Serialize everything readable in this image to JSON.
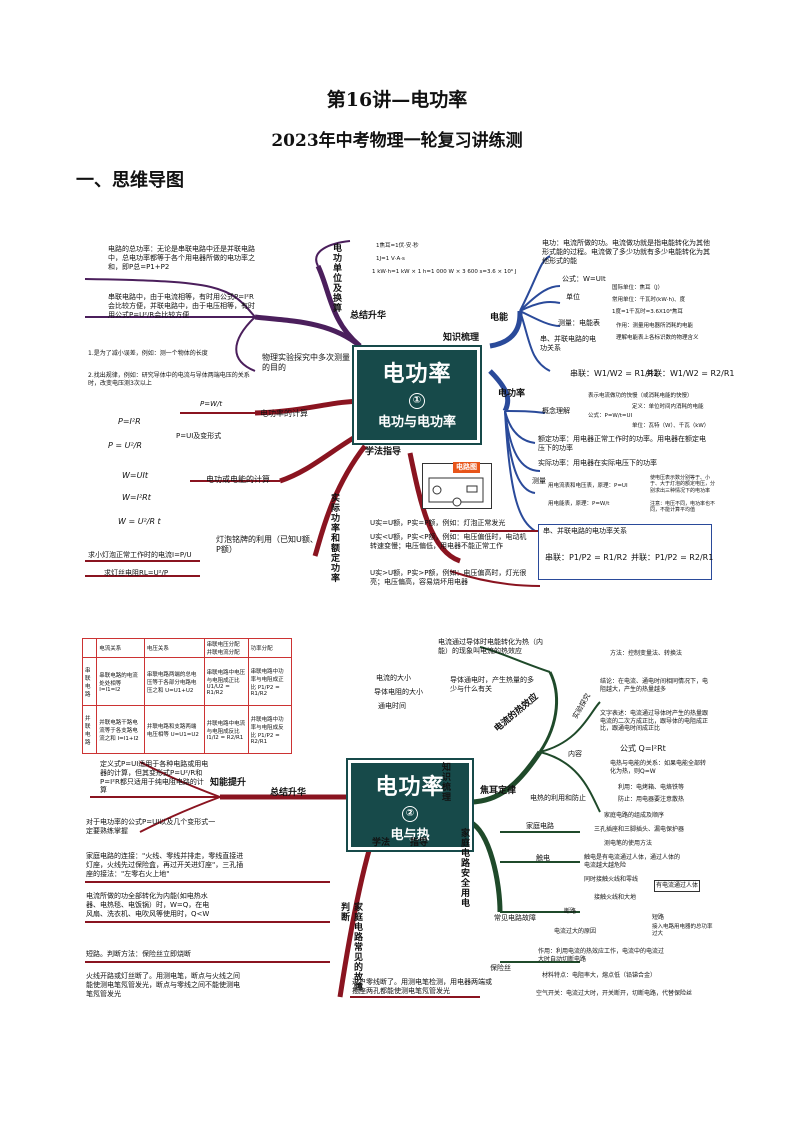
{
  "header": {
    "title": "第16讲—电功率",
    "subtitle": "2023年中考物理一轮复习讲练测",
    "section": "一、思维导图"
  },
  "map1": {
    "center": {
      "title": "电功率",
      "num": "①",
      "sub": "电功与电功率"
    },
    "branches": {
      "summary": "总结升华",
      "knowledge": "知识梳理",
      "study": "学法指导",
      "energy": "电能",
      "power": "电功率",
      "unit": "电功单位及换算",
      "actual": "实际功率和额定功率"
    },
    "left": {
      "sum_total": "电路的总功率：无论是串联电路中还是并联电路中，总电功率都等于各个用电器所做的电功率之和，即P总=P1+P2",
      "series_note": "串联电路中，由于电流相等，有时用公式P=I²R会比较方便，并联电路中，由于电压相等，有时用公式P=U²/R会比较方便",
      "exp_title": "物理实验探究中多次测量的目的",
      "exp1": "1.是为了减小误差，例如：测一个物体的长度",
      "exp2": "2.找出规律，例如：研究导体中的电流与导体两端电压的关系时，改变电压测3次以上",
      "calc": "电功率的计算",
      "f1": "P=I²R",
      "f2": "P = U²/R",
      "f3": "P=UI及变形式",
      "f4": "P=W/t",
      "work": "电功或电能的计算",
      "w1": "W=UIt",
      "w2": "W=I²Rt",
      "w3": "W = U²/R t",
      "bulb": "灯泡铭牌的利用（已知U额、P额）",
      "bulb1": "求小灯泡正常工作时的电流I=P/U",
      "bulb2": "求灯丝电阻RL=U²/P"
    },
    "right": {
      "unit1": "1焦耳=1伏·安·秒",
      "unit2": "1J=1 V·A·s",
      "unit3": "1 kW·h=1 kW × 1 h=1 000 W × 3 600 s=3.6 × 10⁶ J",
      "energy_def": "电功：电流所做的功。电流做功就是指电能转化为其他形式能的过程。电流做了多少功就有多少电能转化为其他形式的能",
      "formula": "公式：W=UIt",
      "unit": "单位",
      "unit_a": "国际单位：焦耳（J）",
      "unit_b": "常用单位：千瓦时(kW·h)、度",
      "unit_c": "1度=1千瓦时=3.6X10⁶焦耳",
      "measure": "测量：电能表",
      "meter1": "作用：测量用电器所消耗的电能",
      "meter2": "理解电能表上各标识数的物理含义",
      "rel": "串、并联电路的电功关系",
      "series_w": "串联：W1/W2 = R1/R2",
      "parallel_w": "并联：W1/W2 = R2/R1",
      "concept": "概念理解",
      "c1": "表示电流做功的快慢（或消耗电能的快慢）",
      "c2": "定义：单位时间内消耗的电能",
      "c3": "公式：P=W/t=UI",
      "c4": "单位：瓦特（W）、千瓦（kW）",
      "rated": "额定功率：用电器正常工作时的功率。用电器在额定电压下的功率",
      "actual": "实际功率：用电器在实际电压下的功率",
      "measure2": "测量",
      "m1": "用电流表和电压表，原理：P=UI",
      "m2": "用电能表，原理：P=W/t",
      "m3": "使电压表示数分别等于、小于、大于灯泡的额定电压，分别求出三种情况下的电功率",
      "m4": "注意：电压不同，电功率也不同，不能计算平均值",
      "circuit": "电路图",
      "sp": "串、并联电路的电功率关系",
      "sp_series": "串联：P1/P2 = R1/R2",
      "sp_parallel": "并联：P1/P2 = R2/R1",
      "a1": "U实=U额，P实=P额，例如：灯泡正常发光",
      "a2": "U实<U额，P实<P额，例如：电压偏低时，电动机转速变慢；电压偏低，用电器不能正常工作",
      "a3": "U实>U额，P实>P额，例如：电压偏高时，灯光很亮；电压偏高，容易烧坏用电器"
    }
  },
  "map2": {
    "center": {
      "title": "电功率",
      "num": "②",
      "sub": "电与热"
    },
    "branches": {
      "summary": "总结升华",
      "ability": "知能提升",
      "knowledge": "知识梳理",
      "study": "学法",
      "guide": "指导",
      "joule": "焦耳定律",
      "heat": "电流的热效应",
      "home": "家庭电路安全用电",
      "fault": "家庭电路常见的故障判断"
    },
    "table": {
      "headers": [
        "",
        "电流关系",
        "电压关系",
        "串联电压分配 并联电流分配",
        "功率分配"
      ],
      "rows": [
        [
          "串联电路",
          "串联电路的电流处处相等 I=I1=I2",
          "串联电路两端的总电压等于各部分电路电压之和 U=U1+U2",
          "串联电路中电压与电阻成正比 U1/U2 = R1/R2",
          "串联电路中功率与电阻成正比 P1/P2 = R1/R2"
        ],
        [
          "并联电路",
          "并联电路干路电流等于各支路电流之和 I=I1+I2",
          "并联电路和支路两端电压相等 U=U1=U2",
          "并联电路中电流与电阻成反比 I1/I2 = R2/R1",
          "并联电路中功率与电阻成反比 P1/P2 = R2/R1"
        ]
      ]
    },
    "left": {
      "def": "定义式P=UI适用于各种电路或用电器的计算，但其变形式P=U²/R和P=I²R都只适用于纯电阻电路的计算",
      "def2": "对于电功率的公式P=UI以及几个变形式一定要熟练掌握",
      "home1": "家庭电路的连接：\"火线、零线并排走，零线直接进灯座，火线先过保险盒，再过开关进灯座\"，三孔插座的接法：\"左零右火上地\"",
      "heat1": "电流所做的功全部转化为内能(如电热水器、电热毯、电饭锅）时，W=Q，在电风扇、洗衣机、电吹风等使用时，Q<W",
      "short": "短路。判断方法：保险丝立即烧断",
      "open": "火线开路或灯丝断了。用测电笔，断点与火线之间能使测电笔氖管发光，断点与零线之间不能使测电笔氖管发光"
    },
    "right": {
      "eff": "电流通过导体时电能转化为热（内能）的现象叫电流的热效应",
      "i": "电流的大小",
      "r": "导体电阻的大小",
      "t": "通电时间",
      "eff2": "导体通电时，产生热量的多少与什么有关",
      "exp": "实验探究",
      "e1": "方法：控制变量法、转换法",
      "e2": "结论：在电流、通电时间相同情况下，电阻越大，产生的热量越多",
      "content": "内容",
      "c1": "文字表述：电流通过导体时产生的热量跟电流的二次方成正比，跟导体的电阻成正比，跟通电时间成正比",
      "c2": "公式 Q=I²Rt",
      "c3": "电热与电能的关系：如果电能全部转化为热，则Q=W",
      "use": "电热的利用和防止",
      "u1": "利用：电烤箱、电烙铁等",
      "u2": "防止：用电器要注意散热",
      "hc": "家庭电路",
      "h1": "家庭电路的组成及顺序",
      "h2": "三孔插座和三脚插头、漏电保护器",
      "h3": "测电笔的使用方法",
      "shock": "触电",
      "s1": "触电是有电流通过人体，通过人体的电流越大越危险",
      "s2": "同时接触火线和零线",
      "s3": "有电流通过人体",
      "s4": "接触火线和大地",
      "fault": "常见电路故障",
      "f1": "断路",
      "f2": "短路",
      "f3": "电流过大的原因",
      "f4": "接入电路用电器的总功率过大",
      "fuse": "保险丝",
      "fu1": "作用：利用电流的热效应工作，电流中的电流过大时自动切断电路",
      "fu2": "材料特点：电阻率大，熔点低（铅锑合金）",
      "fu3": "空气开关：电流过大时，开关断开，切断电路，代替保险丝",
      "tester": "进户零线断了。用测电笔检测，用电器两端或插座两孔都能使测电笔氖管发光"
    }
  },
  "colors": {
    "center": "#174a4a",
    "purple": "#4b1f5c",
    "red": "#8a1420",
    "blue": "#2a4a9a",
    "green": "#1f4a2a"
  }
}
